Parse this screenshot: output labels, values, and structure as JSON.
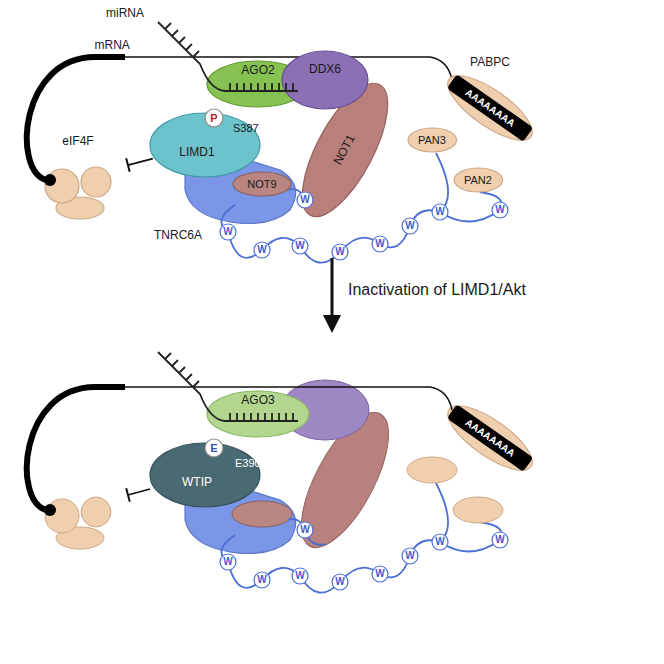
{
  "diagram": {
    "nodes": [
      {
        "text": [
          "AGO2"
        ]
      },
      {
        "text": [
          "DDX6"
        ]
      },
      {
        "text": [
          "LIMD1"
        ]
      },
      {
        "text": [
          "P"
        ]
      },
      {
        "text": [
          "NOT1"
        ]
      },
      {
        "text": [
          "PABPC"
        ]
      },
      {
        "text": [
          "AAAAAAAA"
        ],
        "in": 5
      },
      {
        "text": [
          "eIF4F"
        ]
      },
      {
        "text": [
          "NOT9"
        ]
      },
      {
        "text": [
          "PAN3"
        ]
      },
      {
        "text": [
          "PAN2"
        ]
      },
      {
        "text": [
          "W"
        ]
      },
      {
        "text": [
          "W"
        ]
      },
      {
        "text": [
          "W"
        ]
      },
      {
        "text": [
          "W"
        ]
      },
      {
        "text": [
          "W"
        ]
      },
      {
        "text": [
          "W"
        ]
      },
      {
        "text": [
          "W"
        ]
      },
      {
        "text": [
          "W"
        ]
      },
      {
        "text": [
          "W"
        ]
      },
      {
        "text": [
          "AGO3"
        ]
      },
      {
        "text": [
          "WTIP"
        ]
      },
      {
        "text": [
          "E"
        ]
      },
      {
        "text": [
          "AAAAAAAA"
        ]
      },
      {
        "text": [
          "W"
        ]
      },
      {
        "text": [
          "W"
        ]
      },
      {
        "text": [
          "W"
        ]
      },
      {
        "text": [
          "W"
        ]
      },
      {
        "text": [
          "W"
        ]
      },
      {
        "text": [
          "W"
        ]
      },
      {
        "text": [
          "W"
        ]
      },
      {
        "text": [
          "W"
        ]
      },
      {
        "text": [
          "W"
        ]
      }
    ],
    "edges": [
      {
        "from": 2,
        "to": 7,
        "arrow": "to"
      }
    ],
    "labels": [
      "miRNA",
      "mRNA",
      "S387",
      "TNRC6A",
      "Inactivation of LIMD1/Akt",
      "E390"
    ]
  }
}
